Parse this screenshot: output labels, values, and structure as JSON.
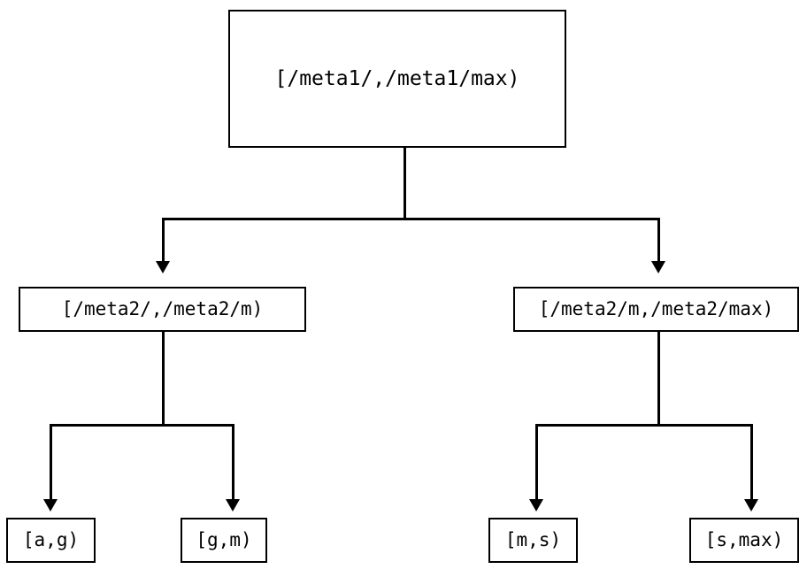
{
  "diagram": {
    "type": "tree",
    "title": "",
    "background_color": "#ffffff",
    "line_color": "#000000",
    "text_color": "#000000",
    "nodes": {
      "root": {
        "label": "[/meta1/,/meta1/max)"
      },
      "mid_left": {
        "label": "[/meta2/,/meta2/m)"
      },
      "mid_right": {
        "label": "[/meta2/m,/meta2/max)"
      },
      "leaf_1": {
        "label": "[a,g)"
      },
      "leaf_2": {
        "label": "[g,m)"
      },
      "leaf_3": {
        "label": "[m,s)"
      },
      "leaf_4": {
        "label": "[s,max)"
      }
    },
    "edges": [
      {
        "from": "root",
        "to": "mid_left",
        "arrowhead": "triangle-down"
      },
      {
        "from": "root",
        "to": "mid_right",
        "arrowhead": "triangle-down"
      },
      {
        "from": "mid_left",
        "to": "leaf_1",
        "arrowhead": "triangle-down"
      },
      {
        "from": "mid_left",
        "to": "leaf_2",
        "arrowhead": "triangle-down"
      },
      {
        "from": "mid_right",
        "to": "leaf_3",
        "arrowhead": "triangle-down"
      },
      {
        "from": "mid_right",
        "to": "leaf_4",
        "arrowhead": "triangle-down"
      }
    ]
  }
}
